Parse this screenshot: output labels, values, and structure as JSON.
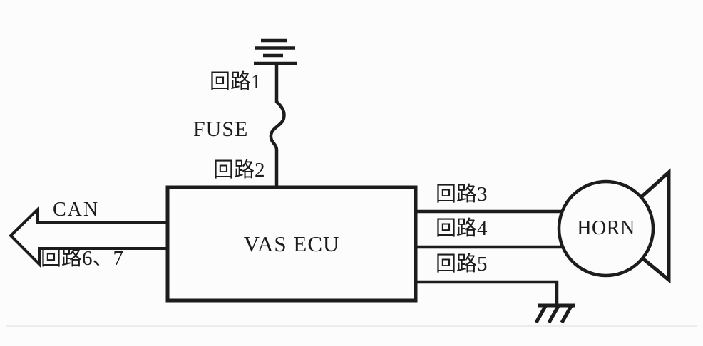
{
  "diagram": {
    "labels": {
      "circuit1": "回路1",
      "fuse": "FUSE",
      "circuit2": "回路2",
      "can": "CAN",
      "circuit67": "回路6、7",
      "ecu": "VAS ECU",
      "circuit3": "回路3",
      "circuit4": "回路4",
      "circuit5": "回路5",
      "horn": "HORN"
    },
    "icons": {
      "power_supply": "battery-plates-symbol",
      "fuse": "s-wiggle-fuse-symbol",
      "can_bus": "hollow-left-arrow",
      "chassis_ground": "hatched-ground-symbol",
      "horn": "circle-with-speaker-cone"
    },
    "colors": {
      "line": "#1c1c1c",
      "background": "#fcfcfc",
      "divider": "#ececec"
    },
    "connections": [
      {
        "from": "power-supply",
        "via": "fuse",
        "to": "vas-ecu",
        "labels": [
          "回路1",
          "回路2"
        ]
      },
      {
        "from": "vas-ecu",
        "to": "can-bus",
        "labels": [
          "CAN",
          "回路6、7"
        ]
      },
      {
        "from": "vas-ecu",
        "to": "horn",
        "labels": [
          "回路3",
          "回路4"
        ]
      },
      {
        "from": "vas-ecu",
        "to": "chassis-ground",
        "labels": [
          "回路5"
        ]
      }
    ]
  }
}
